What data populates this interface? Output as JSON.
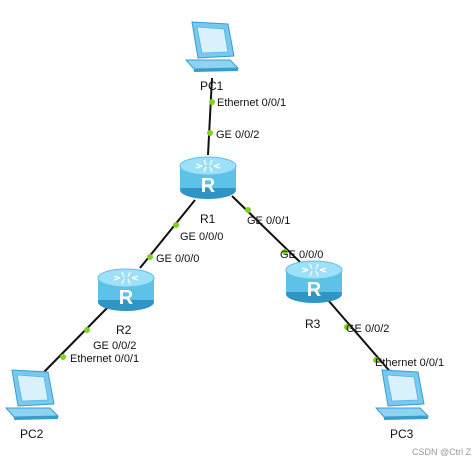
{
  "colors": {
    "link": "#111111",
    "port_dot": "#7dd321",
    "router_body": "#5ec1e8",
    "router_top": "#9ee0f7",
    "router_dark": "#2f95c4",
    "pc_body": "#78c9ef",
    "pc_screen": "#d9f1fc",
    "pc_dark": "#3a9ccc"
  },
  "devices": {
    "pc1": {
      "name": "PC1",
      "icon": "pc-icon"
    },
    "pc2": {
      "name": "PC2",
      "icon": "pc-icon"
    },
    "pc3": {
      "name": "PC3",
      "icon": "pc-icon"
    },
    "r1": {
      "name": "R1",
      "icon": "router-icon",
      "glyph": "R"
    },
    "r2": {
      "name": "R2",
      "icon": "router-icon",
      "glyph": "R"
    },
    "r3": {
      "name": "R3",
      "icon": "router-icon",
      "glyph": "R"
    }
  },
  "ports": {
    "pc1_eth": "Ethernet 0/0/1",
    "r1_ge002": "GE 0/0/2",
    "r1_ge000": "GE 0/0/0",
    "r1_ge001": "GE 0/0/1",
    "r2_ge000": "GE 0/0/0",
    "r2_ge002": "GE 0/0/2",
    "pc2_eth": "Ethernet 0/0/1",
    "r3_ge000": "GE 0/0/0",
    "r3_ge002": "GE 0/0/2",
    "pc3_eth": "Ethernet 0/0/1"
  },
  "watermark": "CSDN @Ctrl Z."
}
